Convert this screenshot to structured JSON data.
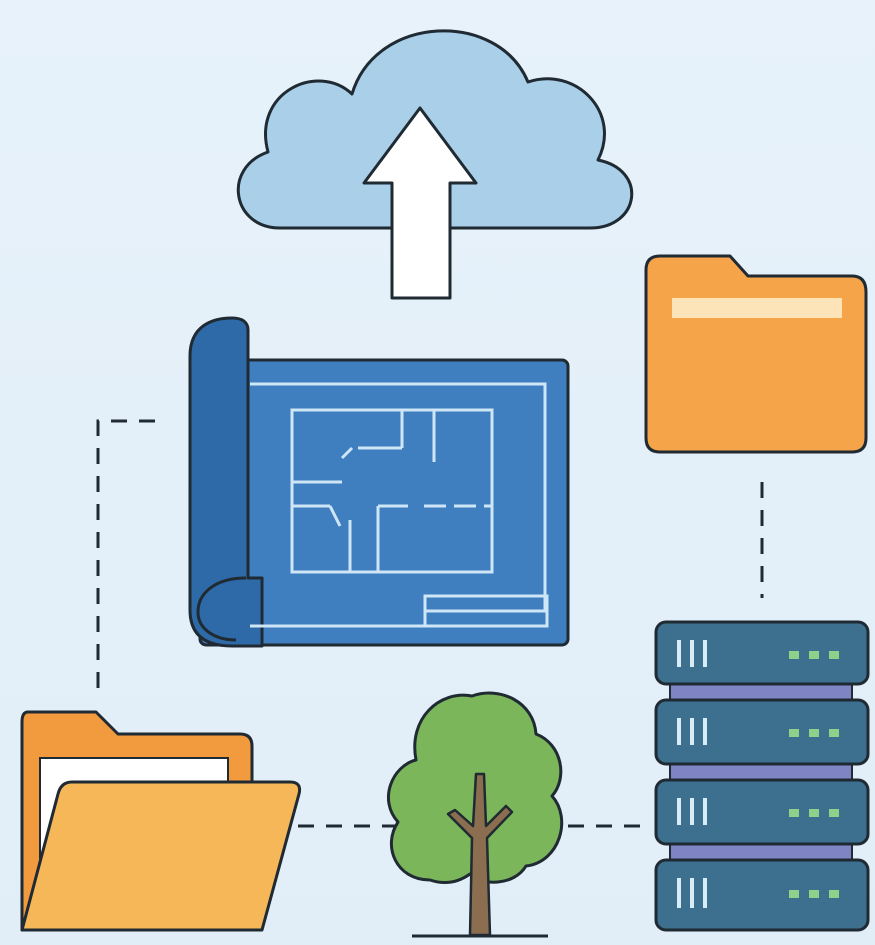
{
  "scene": {
    "icons": [
      {
        "id": "cloud",
        "icon": "cloud-upload-icon"
      },
      {
        "id": "blueprint",
        "icon": "blueprint-icon"
      },
      {
        "id": "closed-folder",
        "icon": "folder-icon"
      },
      {
        "id": "open-folder",
        "icon": "open-folder-icon"
      },
      {
        "id": "tree",
        "icon": "tree-icon"
      },
      {
        "id": "server",
        "icon": "server-rack-icon",
        "units": 4
      }
    ],
    "connectors": [
      {
        "from": "blueprint",
        "to": "open-folder",
        "style": "dashed"
      },
      {
        "from": "open-folder",
        "to": "tree",
        "style": "dashed"
      },
      {
        "from": "tree",
        "to": "server",
        "style": "dashed"
      },
      {
        "from": "closed-folder",
        "to": "server",
        "style": "dashed"
      }
    ],
    "colors": {
      "background": "#e4f0f9",
      "cloud_fill": "#aacfe9",
      "blueprint_fill": "#3f7fc0",
      "blueprint_lines": "#cfe6f7",
      "folder_fill": "#f5a44a",
      "open_folder_fill": "#f6b758",
      "tree_foliage": "#7bb65a",
      "tree_trunk": "#8a6e4f",
      "server_fill": "#3d6f8e",
      "server_spacer": "#7e84c4",
      "server_led": "#8fd08a",
      "outline": "#1f2a33"
    }
  }
}
